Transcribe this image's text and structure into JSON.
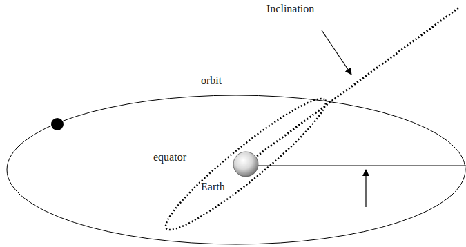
{
  "diagram": {
    "labels": [
      "Inclination",
      "orbit",
      "equator",
      "Earth"
    ]
  }
}
